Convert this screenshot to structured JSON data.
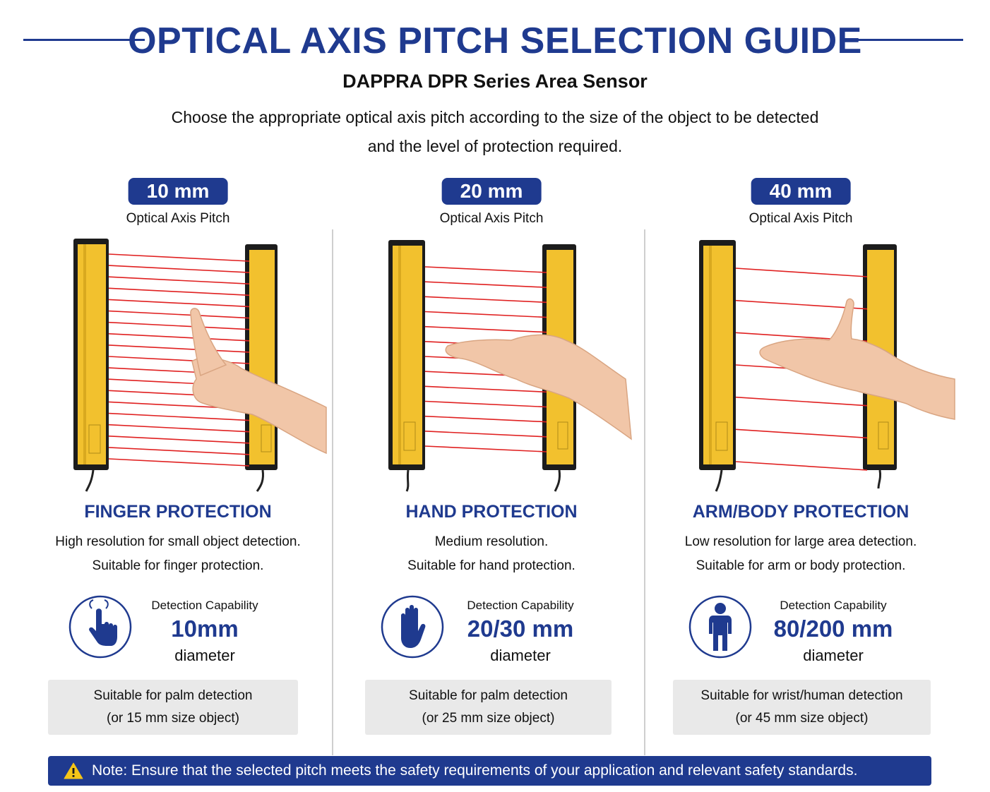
{
  "header": {
    "title": "OPTICAL AXIS PITCH SELECTION GUIDE",
    "subtitle": "DAPPRA DPR Series Area Sensor",
    "description_line1": "Choose the appropriate optical axis pitch according to the size of the object to be detected",
    "description_line2": "and the level of protection required."
  },
  "colors": {
    "navy": "#1f3a8f",
    "sensor_yellow": "#f2c12e",
    "beam_red": "#e02020",
    "box_gray": "#e9e9e9"
  },
  "columns": [
    {
      "pitch": "10 mm",
      "pitch_caption": "Optical Axis Pitch",
      "beam_count": 19,
      "protection_title": "FINGER PROTECTION",
      "line1": "High resolution for small object detection.",
      "line2": "Suitable for finger protection.",
      "icon": "finger-touch-icon",
      "cap_label": "Detection Capability",
      "cap_value": "10",
      "cap_unit": "mm",
      "cap_diameter": "diameter",
      "box_line1": "Suitable for palm detection",
      "box_line2": "(or 15 mm size object)"
    },
    {
      "pitch": "20 mm",
      "pitch_caption": "Optical Axis Pitch",
      "beam_count": 13,
      "protection_title": "HAND PROTECTION",
      "line1": "Medium resolution.",
      "line2": "Suitable for hand protection.",
      "icon": "hand-palm-icon",
      "cap_label": "Detection Capability",
      "cap_value": "20/30",
      "cap_unit": "mm",
      "cap_diameter": "diameter",
      "box_line1": "Suitable for palm detection",
      "box_line2": "(or 25 mm size object)"
    },
    {
      "pitch": "40 mm",
      "pitch_caption": "Optical Axis Pitch",
      "beam_count": 7,
      "protection_title": "ARM/BODY PROTECTION",
      "line1": "Low resolution for large area detection.",
      "line2": "Suitable for arm or body protection.",
      "icon": "person-body-icon",
      "cap_label": "Detection Capability",
      "cap_value": "80/200",
      "cap_unit": "mm",
      "cap_diameter": "diameter",
      "box_line1": "Suitable for wrist/human detection",
      "box_line2": "(or 45 mm size object)"
    }
  ],
  "note": {
    "icon": "warning-triangle-icon",
    "text": "Note: Ensure that the selected pitch meets the safety requirements of your application and relevant safety standards."
  }
}
